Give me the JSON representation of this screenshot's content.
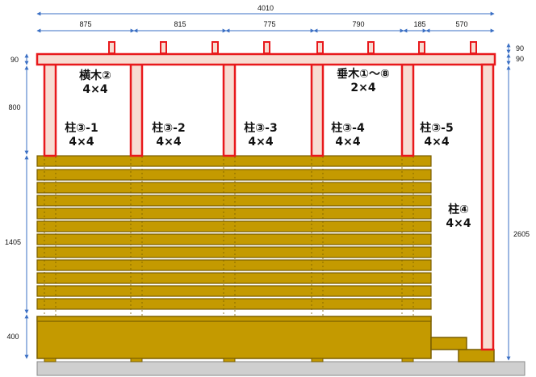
{
  "dimensions": {
    "total_width": "4010",
    "spans": [
      "875",
      "815",
      "775",
      "790",
      "185",
      "570"
    ],
    "beam_height_left": "90",
    "beam_height_right_top": "90",
    "beam_height_right_bottom": "90",
    "post_upper_height": "800",
    "fence_height": "1405",
    "base_height": "400",
    "total_height": "2605"
  },
  "labels": {
    "beam": {
      "name": "横木②",
      "size": "4×4"
    },
    "rafters": {
      "name": "垂木①～⑧",
      "size": "2×4"
    },
    "posts": [
      {
        "name": "柱③-1",
        "size": "4×4"
      },
      {
        "name": "柱③-2",
        "size": "4×4"
      },
      {
        "name": "柱③-3",
        "size": "4×4"
      },
      {
        "name": "柱③-4",
        "size": "4×4"
      },
      {
        "name": "柱③-5",
        "size": "4×4"
      }
    ],
    "corner_post": {
      "name": "柱④",
      "size": "4×4"
    }
  },
  "colors": {
    "frame_red": "#e8191c",
    "frame_fill": "#f7dcd2",
    "wood": "#c49a00",
    "wood_dark": "#7a5e00",
    "dimension_blue": "#3a6fc4",
    "ground": "#cfcfcf"
  }
}
